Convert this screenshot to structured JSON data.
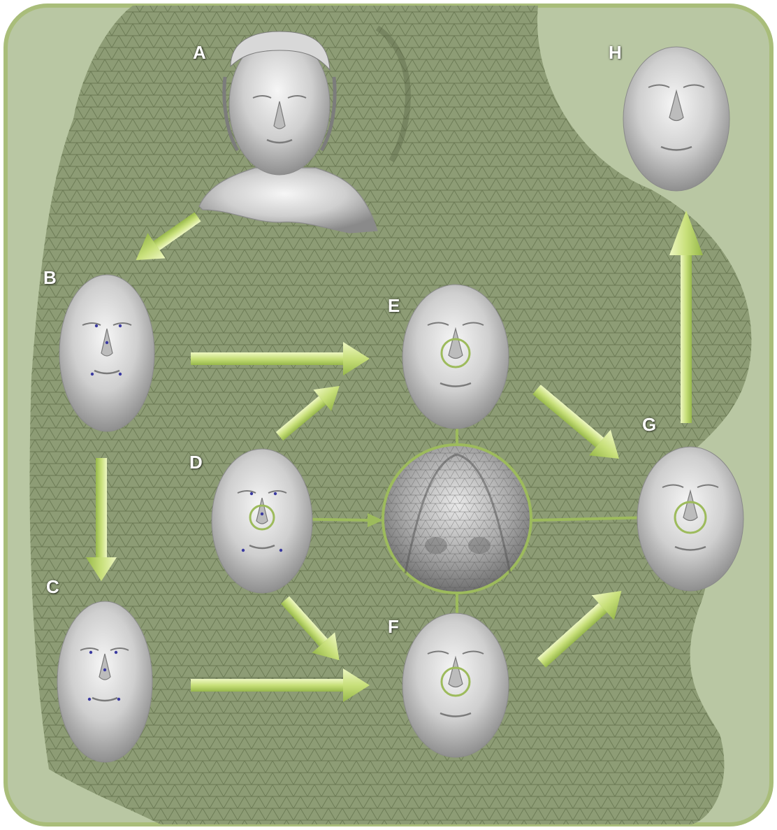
{
  "labels": {
    "a": "A",
    "b": "B",
    "c": "C",
    "d": "D",
    "e": "E",
    "f": "F",
    "g": "G",
    "h": "H"
  },
  "colors": {
    "background": "#b9c7a3",
    "border": "#a9bd7a",
    "mesh": "#8d9c75",
    "mesh_line": "#5f6d48",
    "arrow": "#c8e07a",
    "arrow_dark": "#9ab84a",
    "connector": "#9dbb5c",
    "face_light": "#f2f2f2",
    "face_mid": "#bdbdbd",
    "face_dark": "#7c7c7c",
    "landmark": "#3a3aa0"
  },
  "faces": [
    {
      "id": "A",
      "kind": "raw-scan-with-shoulders"
    },
    {
      "id": "B",
      "kind": "cropped-face-with-landmarks"
    },
    {
      "id": "C",
      "kind": "cropped-face-with-landmarks"
    },
    {
      "id": "D",
      "kind": "template-face-with-landmarks"
    },
    {
      "id": "E",
      "kind": "registered-face"
    },
    {
      "id": "F",
      "kind": "registered-face"
    },
    {
      "id": "G",
      "kind": "registered-face"
    },
    {
      "id": "H",
      "kind": "final-face"
    },
    {
      "id": "nose-zoom",
      "kind": "mesh-detail"
    }
  ]
}
